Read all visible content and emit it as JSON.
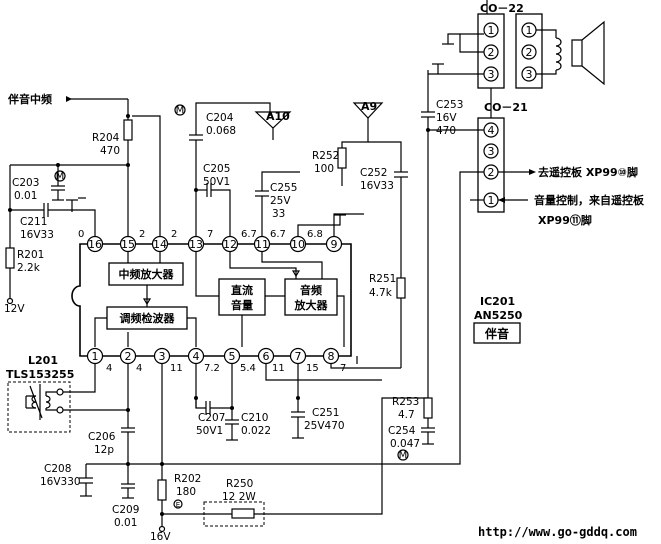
{
  "labels": {
    "sound_if": "伴音中频",
    "r204": "R204",
    "r204_v": "470",
    "c203": "C203",
    "c203_v": "0.01",
    "c211": "C211",
    "c211_v": "16V33",
    "r201": "R201",
    "r201_v": "2.2k",
    "v12": "12V",
    "c204": "C204",
    "c204_v": "0.068",
    "a10": "A10",
    "c205": "C205",
    "c205_v": "50V1",
    "c255": "C255",
    "c255_v1": "25V",
    "c255_v2": "33",
    "r252": "R252",
    "r252_v": "100",
    "c252": "C252",
    "c252_v": "16V33",
    "a9": "A9",
    "c253": "C253",
    "c253_v1": "16V",
    "c253_v2": "470",
    "co22": "CO－22",
    "co21": "CO－21",
    "to_remote": "去遥控板 XP99⑩脚",
    "vol_ctrl": "音量控制，来自遥控板",
    "xp99_11": "XP99⑪脚",
    "r251": "R251",
    "r251_v": "4.7k",
    "ic201": "IC201",
    "an5250": "AN5250",
    "sound_box": "伴音",
    "l201": "L201",
    "l201_v": "TLS153255",
    "c206": "C206",
    "c206_v": "12p",
    "c208": "C208",
    "c208_v": "16V330",
    "c209": "C209",
    "c209_v": "0.01",
    "r202": "R202",
    "r202_v": "180",
    "v16": "16V",
    "r250": "R250",
    "r250_v": "12 2W",
    "c207": "C207",
    "c207_v": "50V1",
    "c210": "C210",
    "c210_v": "0.022",
    "c251": "C251",
    "c251_v": "25V470",
    "r253": "R253",
    "r253_v": "4.7",
    "c254": "C254",
    "c254_v": "0.047",
    "url": "http://www.go-gddq.com"
  },
  "blocks": {
    "if_amp": "中频放大器",
    "fm_det": "调频检波器",
    "dc_vol1": "直流",
    "dc_vol2": "音量",
    "af_amp1": "音频",
    "af_amp2": "放大器"
  },
  "pins_top": [
    {
      "n": "16",
      "v": "0"
    },
    {
      "n": "15",
      "v": "2"
    },
    {
      "n": "14",
      "v": "2"
    },
    {
      "n": "13",
      "v": "7"
    },
    {
      "n": "12",
      "v": "6.7"
    },
    {
      "n": "11",
      "v": "6.7"
    },
    {
      "n": "10",
      "v": "6.8"
    },
    {
      "n": "9",
      "v": ""
    }
  ],
  "pins_bottom": [
    {
      "n": "1",
      "v": "4"
    },
    {
      "n": "2",
      "v": "4"
    },
    {
      "n": "3",
      "v": "11"
    },
    {
      "n": "4",
      "v": "7.2"
    },
    {
      "n": "5",
      "v": "5.4"
    },
    {
      "n": "6",
      "v": "11"
    },
    {
      "n": "7",
      "v": "15"
    },
    {
      "n": "8",
      "v": "7"
    }
  ],
  "connector_co22": [
    "1",
    "2",
    "3"
  ],
  "connector_co22_right": [
    "1",
    "2",
    "3"
  ],
  "connector_co21": [
    "4",
    "3",
    "2",
    "1"
  ],
  "markers": {
    "m": "M",
    "e": "E"
  }
}
